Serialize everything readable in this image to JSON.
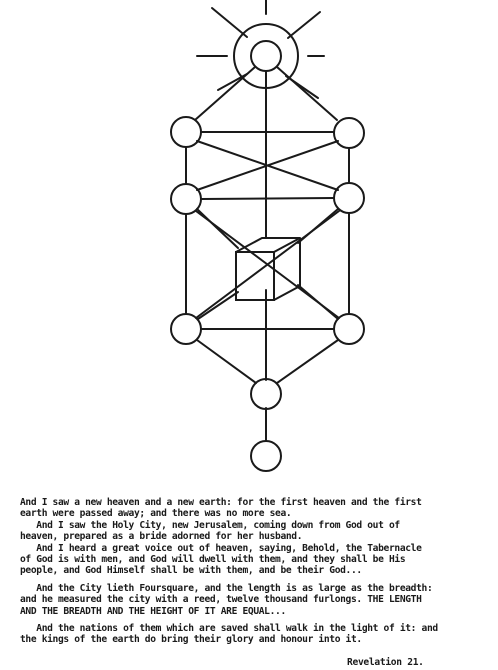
{
  "colors": {
    "ink": "#1a1a1a",
    "paper": "#ffffff"
  },
  "figure": {
    "nodes": [
      "top-sphere",
      "upper-left",
      "upper-right",
      "middle-left",
      "middle-right",
      "lower-left",
      "lower-right",
      "foundation",
      "bottom"
    ],
    "center_object": "cube"
  },
  "passage": {
    "paragraphs": [
      [
        "And I saw a new heaven and a new earth: for the first heaven and the first",
        "earth were passed away; and there was no more sea.",
        "   And I saw the Holy City, new Jerusalem, coming down from God out of",
        "heaven, prepared as a bride adorned for her husband.",
        "   And I heard a great voice out of heaven, saying, Behold, the Tabernacle",
        "of God is with men, and God will dwell with them, and they shall be His",
        "people, and God Himself shall be with them, and be their God..."
      ],
      [
        "   And the City lieth Foursquare, and the length is as large as the breadth:",
        "and he measured the city with a reed, twelve thousand furlongs. THE LENGTH",
        "AND THE BREADTH AND THE HEIGHT OF IT ARE EQUAL..."
      ],
      [
        "   And the nations of them which are saved shall walk in the light of it: and",
        "the kings of the earth do bring their glory and honour into it."
      ]
    ],
    "citation": "Revelation 21."
  }
}
